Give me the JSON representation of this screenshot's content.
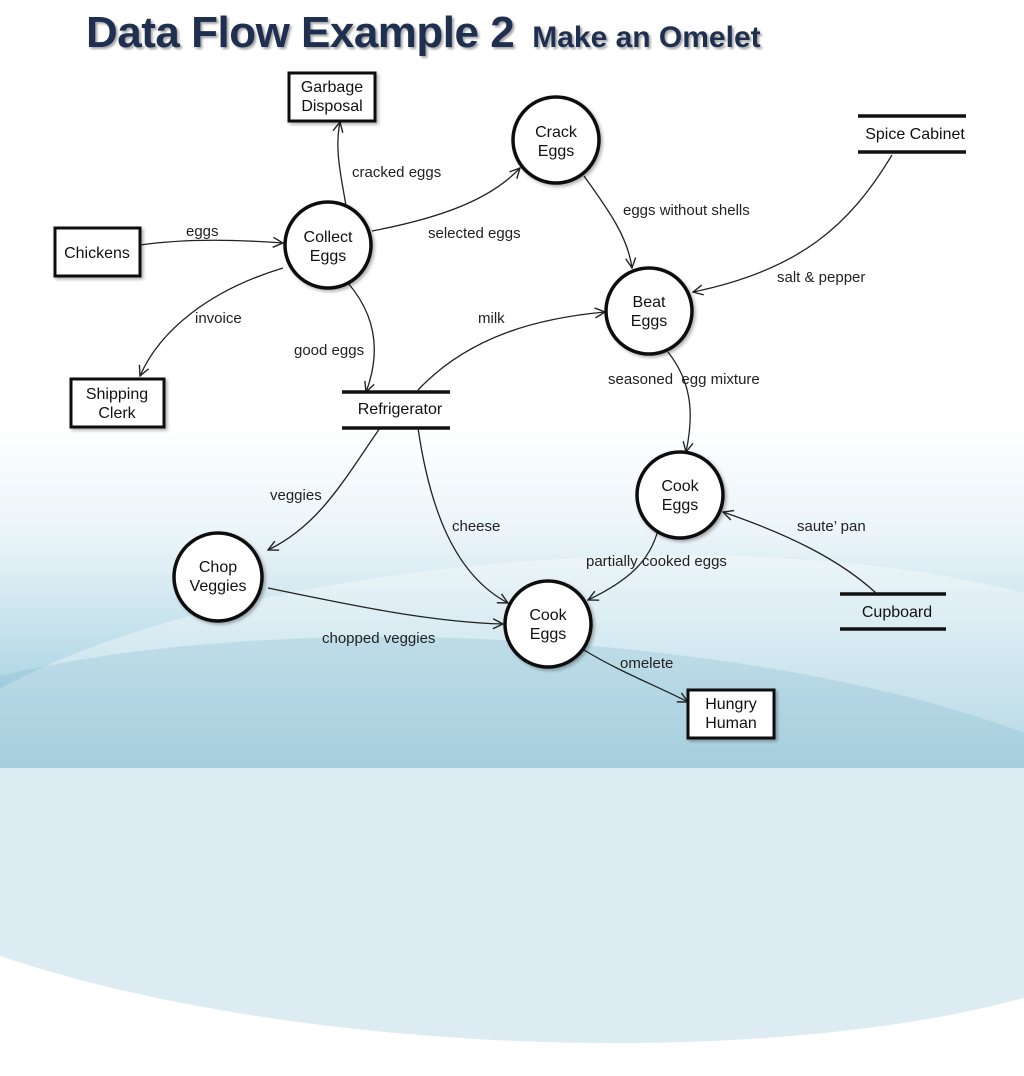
{
  "title": {
    "main": "Data Flow Example 2",
    "sub": "Make an Omelet"
  },
  "entities": {
    "garbage": [
      "Garbage",
      "Disposal"
    ],
    "chickens": [
      "Chickens"
    ],
    "shipping": [
      "Shipping",
      "Clerk"
    ],
    "hungry": [
      "Hungry",
      "Human"
    ]
  },
  "processes": {
    "collect": [
      "Collect",
      "Eggs"
    ],
    "crack": [
      "Crack",
      "Eggs"
    ],
    "beat": [
      "Beat",
      "Eggs"
    ],
    "cook1": [
      "Cook",
      "Eggs"
    ],
    "chop": [
      "Chop",
      "Veggies"
    ],
    "cook2": [
      "Cook",
      "Eggs"
    ]
  },
  "stores": {
    "spice": "Spice Cabinet",
    "fridge": "Refrigerator",
    "cupboard": "Cupboard"
  },
  "flows": {
    "cracked_eggs": "cracked eggs",
    "eggs": "eggs",
    "selected_eggs": "selected eggs",
    "eggs_without_shells": "eggs without shells",
    "salt_pepper": "salt & pepper",
    "invoice": "invoice",
    "good_eggs": "good eggs",
    "milk": "milk",
    "seasoned": "seasoned  egg mixture",
    "veggies": "veggies",
    "cheese": "cheese",
    "saute_pan": "saute’ pan",
    "partially": "partially cooked eggs",
    "chopped": "chopped veggies",
    "omelete": "omelete"
  }
}
